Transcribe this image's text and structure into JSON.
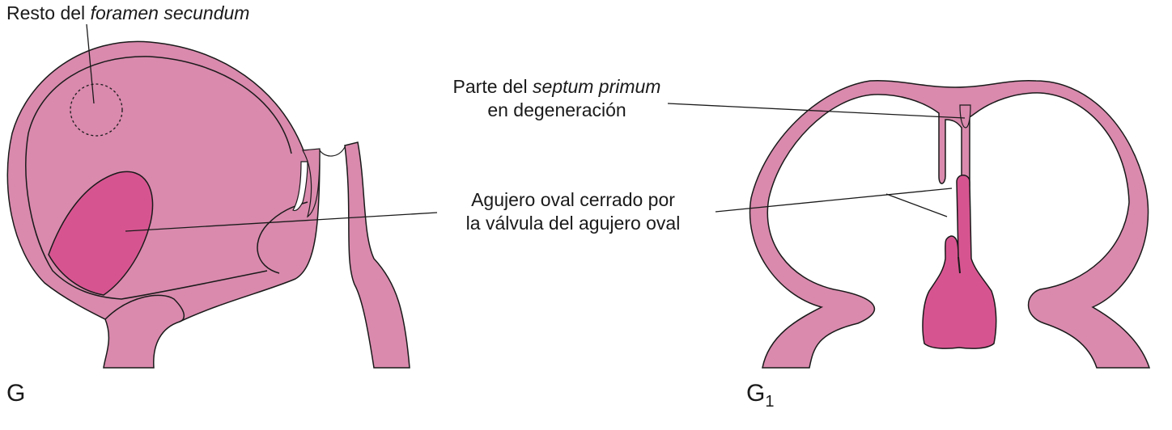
{
  "colors": {
    "tissue": "#d98aad",
    "dark_tissue": "#d65590",
    "outline": "#1a1a1a",
    "background": "#ffffff"
  },
  "panel_g": {
    "letter": "G",
    "label_remnant": {
      "prefix": "Resto del ",
      "italic": "foramen secundum"
    },
    "label_oval_line1": "Agujero oval cerrado por",
    "label_oval_line2": "la válvula del agujero oval"
  },
  "panel_g1": {
    "letter": "G",
    "subscript": "1",
    "label_septum_line1_prefix": "Parte del ",
    "label_septum_line1_italic": "septum primum",
    "label_septum_line2": "en degeneración"
  }
}
